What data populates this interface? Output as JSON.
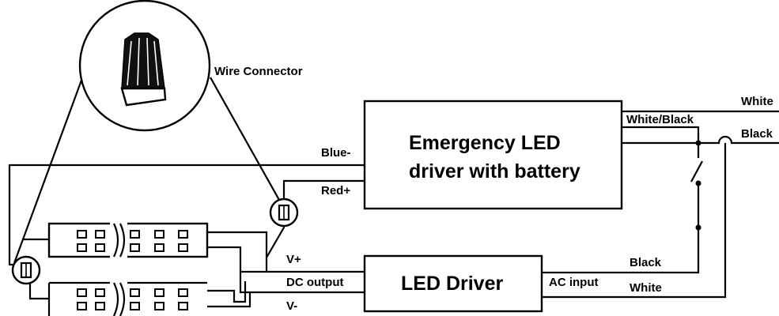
{
  "components": {
    "wire_connector": {
      "label": "Wire Connector"
    },
    "emergency_driver": {
      "line1": "Emergency LED",
      "line2": "driver with battery"
    },
    "led_driver": {
      "label": "LED Driver"
    }
  },
  "wire_labels": {
    "blue_minus": "Blue-",
    "red_plus": "Red+",
    "white_top": "White",
    "white_black": "White/Black",
    "black_top": "Black",
    "v_plus": "V+",
    "dc_output": "DC output",
    "v_minus": "V-",
    "ac_input": "AC input",
    "black_bottom": "Black",
    "white_bottom": "White"
  }
}
